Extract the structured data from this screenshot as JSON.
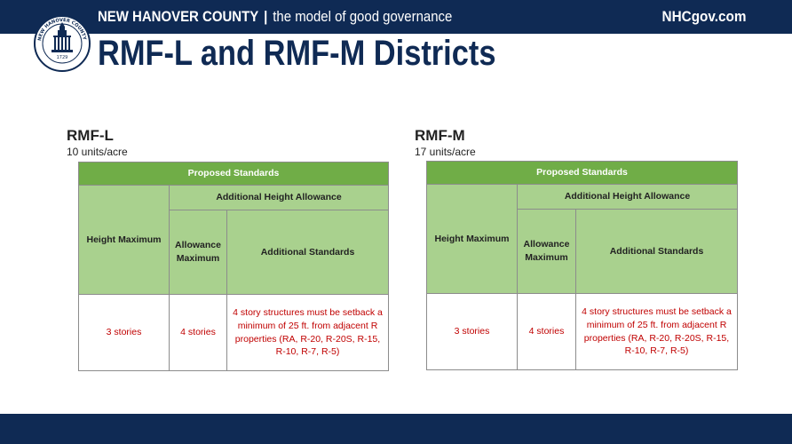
{
  "header": {
    "county": "NEW HANOVER COUNTY",
    "separator": "|",
    "tagline": "the model of good governance",
    "site": "NHCgov.com",
    "seal": {
      "ring_text": "NEW HANOVER COUNTY NORTH CAROLINA",
      "year": "1729"
    }
  },
  "page": {
    "title": "RMF-L and RMF-M Districts"
  },
  "colors": {
    "navy": "#0f2a54",
    "header_green": "#70ad47",
    "light_green": "#a9d18e",
    "value_red": "#c00000"
  },
  "districts": [
    {
      "name": "RMF-L",
      "density": "10 units/acre",
      "table": {
        "proposed_standards": "Proposed Standards",
        "additional_height_allowance": "Additional Height Allowance",
        "height_maximum": "Height Maximum",
        "allowance_maximum": "Allowance Maximum",
        "additional_standards": "Additional Standards",
        "height_value": "3 stories",
        "allowance_value": "4 stories",
        "standards_value": "4 story structures must be setback a minimum of 25 ft. from adjacent R properties (RA, R-20, R-20S, R-15, R-10, R-7, R-5)"
      }
    },
    {
      "name": "RMF-M",
      "density": "17 units/acre",
      "table": {
        "proposed_standards": "Proposed Standards",
        "additional_height_allowance": "Additional Height Allowance",
        "height_maximum": "Height Maximum",
        "allowance_maximum": "Allowance Maximum",
        "additional_standards": "Additional Standards",
        "height_value": "3 stories",
        "allowance_value": "4 stories",
        "standards_value": "4 story structures must be setback a minimum of 25 ft. from adjacent R properties (RA, R-20, R-20S, R-15, R-10, R-7, R-5)"
      }
    }
  ]
}
